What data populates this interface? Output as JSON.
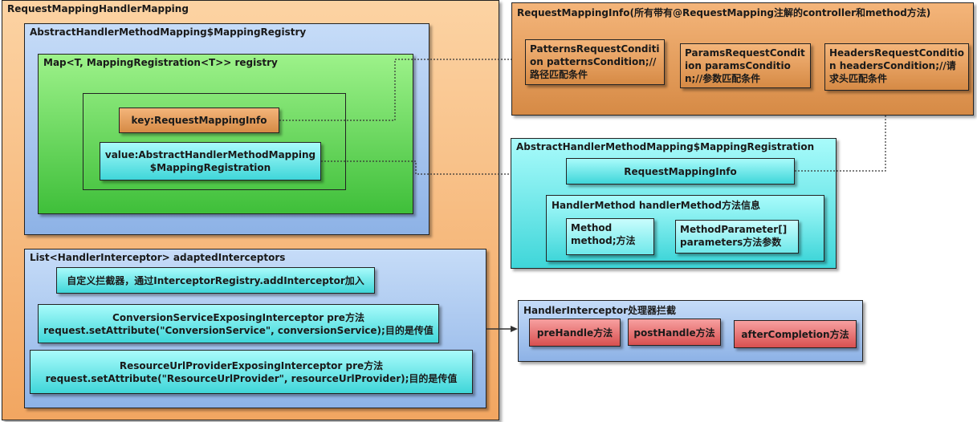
{
  "rmhm": {
    "title": "RequestMappingHandlerMapping"
  },
  "registry_box": {
    "title": "AbstractHandlerMethodMapping$MappingRegistry"
  },
  "map_box": {
    "title": "Map<T, MappingRegistration<T>> registry"
  },
  "map_key": "key:RequestMappingInfo",
  "map_value": "value:AbstractHandlerMethodMapping\n$MappingRegistration",
  "interceptors_box": {
    "title": "List<HandlerInterceptor> adaptedInterceptors",
    "custom": "自定义拦截器，通过InterceptorRegistry.addInterceptor加入",
    "conversion": "ConversionServiceExposingInterceptor pre方法\nrequest.setAttribute(\"ConversionService\", conversionService);目的是传值",
    "resource": "ResourceUrlProviderExposingInterceptor pre方法\nrequest.setAttribute(\"ResourceUrlProvider\", resourceUrlProvider);目的是传值"
  },
  "rmi_box": {
    "title": "RequestMappingInfo(所有带有@RequestMapping注解的controller和method方法)",
    "patterns": "PatternsRequestCondition patternsCondition;//路径匹配条件",
    "params": "ParamsRequestCondition paramsCondition;//参数匹配条件",
    "headers": "HeadersRequestCondition headersCondition;//请求头匹配条件"
  },
  "registration_box": {
    "title": "AbstractHandlerMethodMapping$MappingRegistration",
    "rmi": "RequestMappingInfo",
    "handler_title": "HandlerMethod handlerMethod方法信息",
    "method": "Method method;方法",
    "params": "MethodParameter[] parameters方法参数"
  },
  "interceptor_box": {
    "title": "HandlerInterceptor处理器拦截",
    "pre": "preHandle方法",
    "post": "postHandle方法",
    "after": "afterCompletion方法"
  }
}
